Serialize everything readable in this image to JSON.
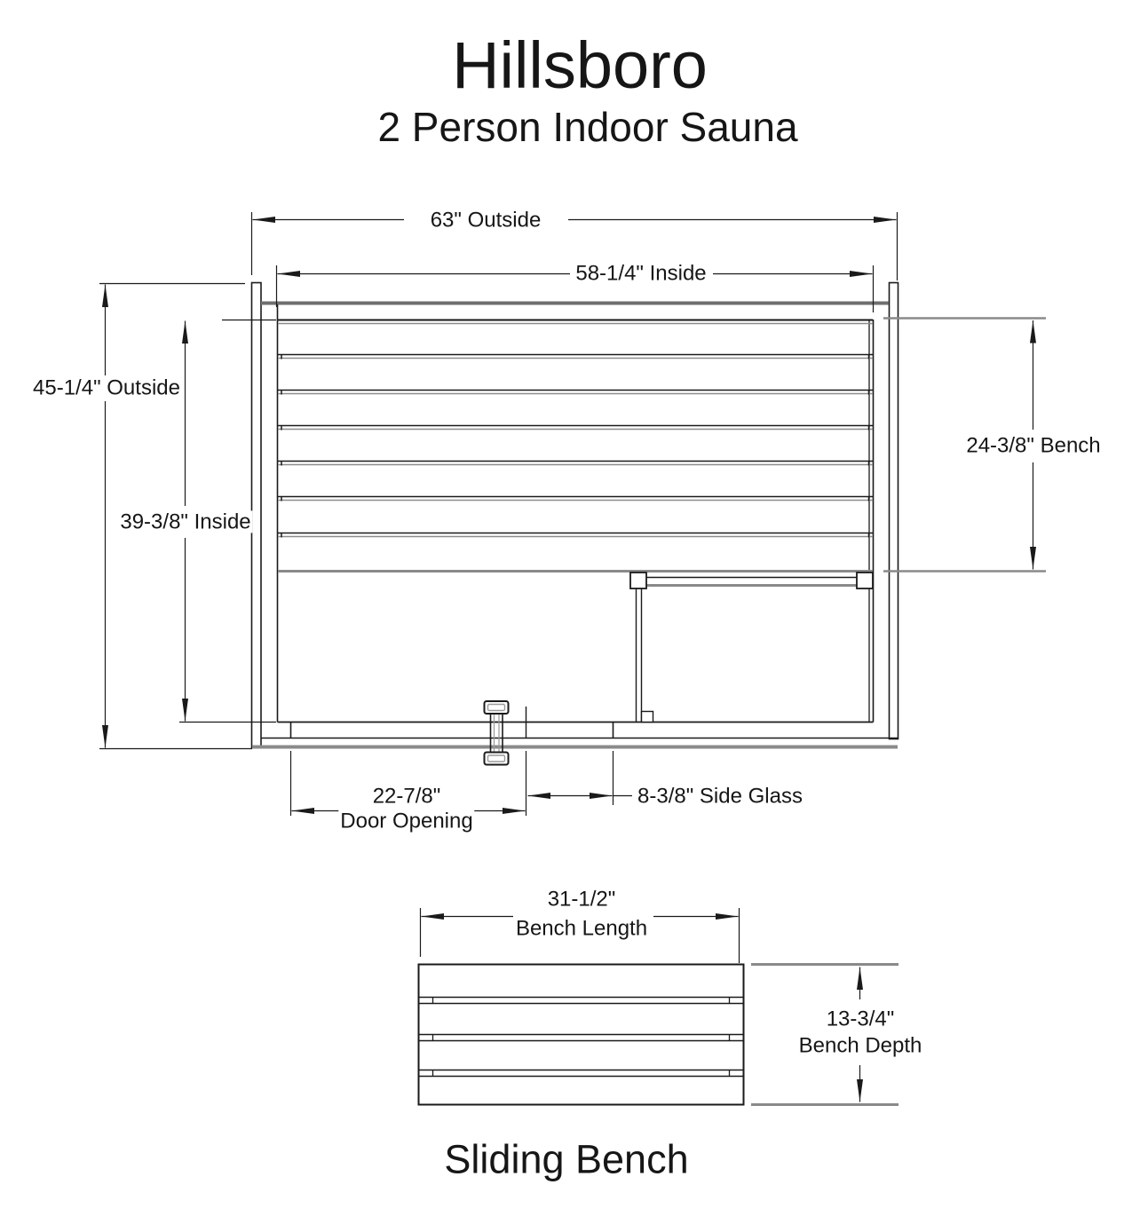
{
  "header": {
    "title": "Hillsboro",
    "subtitle": "2 Person Indoor Sauna"
  },
  "plan": {
    "dimensions": {
      "outside_width": "63\" Outside",
      "inside_width": "58-1/4\" Inside",
      "outside_depth": "45-1/4\" Outside",
      "inside_depth": "39-3/8\" Inside",
      "bench_depth": "24-3/8\" Bench",
      "door_opening_value": "22-7/8\"",
      "door_opening_label": "Door Opening",
      "side_glass": "8-3/8\" Side Glass"
    }
  },
  "sliding_bench": {
    "caption": "Sliding Bench",
    "dimensions": {
      "length_value": "31-1/2\"",
      "length_label": "Bench Length",
      "depth_value": "13-3/4\"",
      "depth_label": "Bench Depth"
    }
  },
  "colors": {
    "line": "#1a1a1a",
    "gray_line": "#8c8c8c",
    "background": "#ffffff"
  }
}
